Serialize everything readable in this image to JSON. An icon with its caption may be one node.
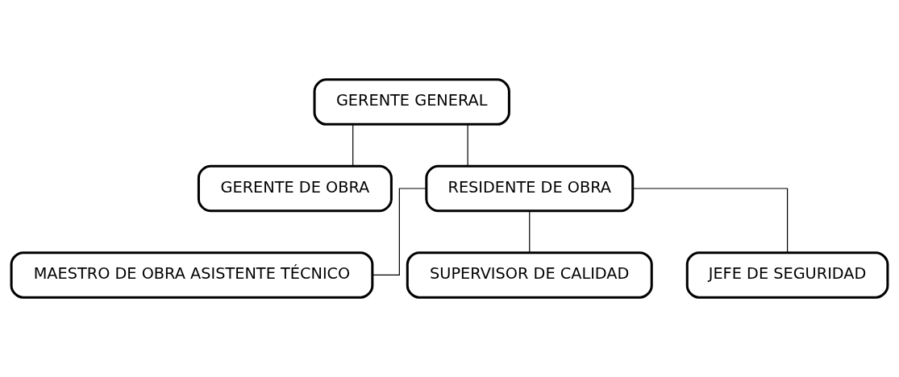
{
  "diagram": {
    "nodes": [
      {
        "text": [
          "GERENTE GENERAL"
        ]
      },
      {
        "text": [
          "GERENTE DE OBRA"
        ]
      },
      {
        "text": [
          "RESIDENTE DE OBRA"
        ]
      },
      {
        "text": [
          "MAESTRO DE OBRA ASISTENTE TÉCNICO"
        ]
      },
      {
        "text": [
          "SUPERVISOR DE CALIDAD"
        ]
      },
      {
        "text": [
          "JEFE DE SEGURIDAD"
        ]
      }
    ],
    "edges": [
      {
        "from": 0,
        "to": 1,
        "arrow": "none"
      },
      {
        "from": 0,
        "to": 2,
        "arrow": "none"
      },
      {
        "from": 2,
        "to": 3,
        "arrow": "none"
      },
      {
        "from": 2,
        "to": 4,
        "arrow": "none"
      },
      {
        "from": 2,
        "to": 5,
        "arrow": "none"
      }
    ]
  }
}
